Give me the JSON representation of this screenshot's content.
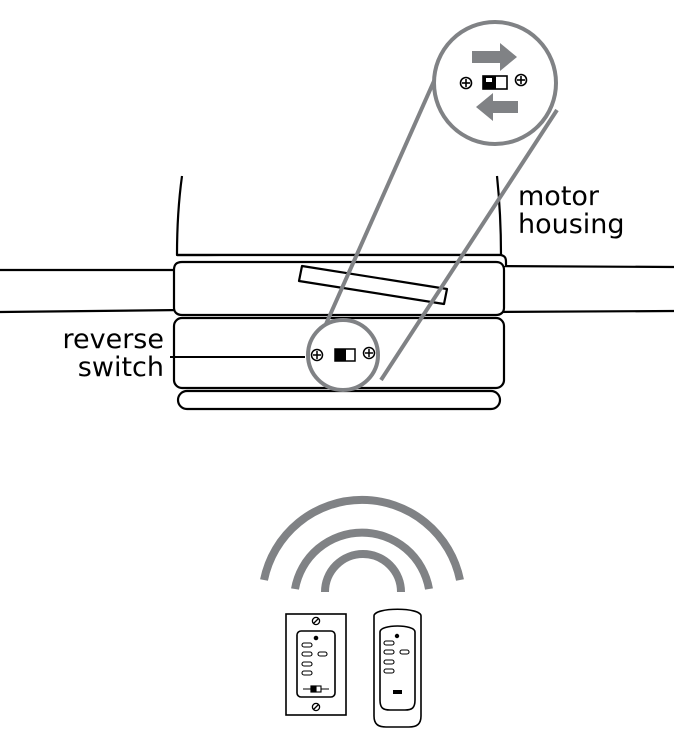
{
  "labels": {
    "motor_housing": [
      "motor",
      "housing"
    ],
    "reverse_switch": [
      "reverse",
      "switch"
    ]
  },
  "colors": {
    "line": "#000000",
    "arrow": "#808285",
    "signal_arc": "#808285",
    "fill": "#ffffff"
  },
  "icons": {
    "forward_arrow": "right-arrow-icon",
    "reverse_arrow": "left-arrow-icon",
    "screw": "screw-icon",
    "switch": "slide-switch-icon",
    "wall_control": "wall-control-icon",
    "handheld_remote": "handheld-remote-icon",
    "signal": "wireless-signal-icon"
  }
}
